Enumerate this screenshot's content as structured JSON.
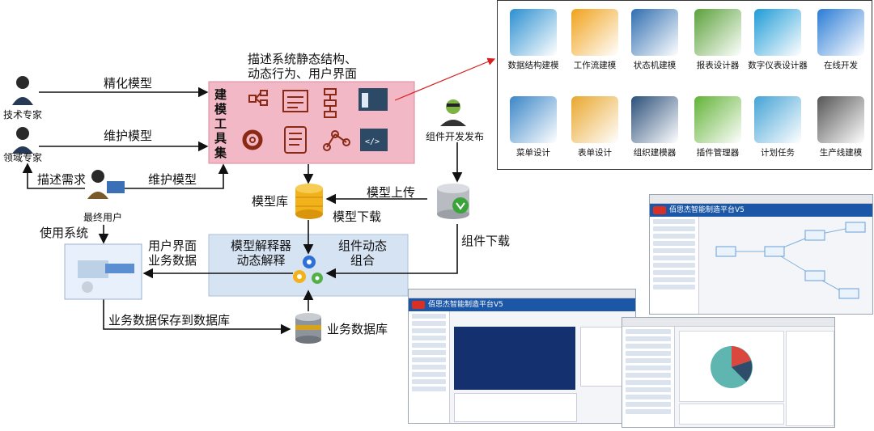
{
  "actors": {
    "tech_expert": "技术专家",
    "domain_expert": "领域专家",
    "end_user": "最终用户",
    "component_dev": "组件开发发布"
  },
  "flows": {
    "refine_model": "精化模型",
    "maintain_model_top": "维护模型",
    "describe_needs": "描述需求",
    "maintain_model_user": "维护模型",
    "use_system": "使用系统",
    "model_upload": "模型上传",
    "model_download": "模型下载",
    "component_download": "组件下载",
    "save_to_db": "业务数据保存到数据库"
  },
  "toolset": {
    "title_chars": [
      "建",
      "模",
      "工",
      "具",
      "集"
    ],
    "description_line1": "描述系统静态结构、",
    "description_line2": "动态行为、用户界面"
  },
  "nodes": {
    "model_repo": "模型库",
    "business_db": "业务数据库",
    "ui_line1": "用户界面",
    "ui_line2": "业务数据",
    "interpreter_line1": "模型解释器",
    "interpreter_line2": "动态解释",
    "dynamic_line1": "组件动态",
    "dynamic_line2": "组合"
  },
  "tools": [
    {
      "label": "数据结构建模",
      "icon": "data-structure-icon",
      "color": "#2b8fd0"
    },
    {
      "label": "工作流建模",
      "icon": "workflow-icon",
      "color": "#f0a21a"
    },
    {
      "label": "状态机建模",
      "icon": "state-machine-icon",
      "color": "#2f6db0"
    },
    {
      "label": "报表设计器",
      "icon": "report-icon",
      "color": "#5aa13a"
    },
    {
      "label": "数字仪表设计器",
      "icon": "dashboard-icon",
      "color": "#1e9bd7"
    },
    {
      "label": "在线开发",
      "icon": "online-dev-icon",
      "color": "#2a7bd6"
    },
    {
      "label": "菜单设计",
      "icon": "menu-design-icon",
      "color": "#3a86c8"
    },
    {
      "label": "表单设计",
      "icon": "form-design-icon",
      "color": "#e9a72d"
    },
    {
      "label": "组织建模器",
      "icon": "org-chart-icon",
      "color": "#2b4f7a"
    },
    {
      "label": "插件管理器",
      "icon": "plugin-icon",
      "color": "#62b236"
    },
    {
      "label": "计划任务",
      "icon": "scheduler-icon",
      "color": "#44a3d6"
    },
    {
      "label": "生产线建模",
      "icon": "production-line-icon",
      "color": "#555555"
    }
  ],
  "screenshots": {
    "platform_title": "佰思杰智能制造平台V5"
  },
  "colors": {
    "toolset_fill": "#f2b8c6",
    "toolset_border": "#d98aa0",
    "runtime_fill": "#d6e3f3",
    "runtime_border": "#a9bfdc",
    "arrow": "#111111",
    "link_arrow": "#d62020"
  }
}
